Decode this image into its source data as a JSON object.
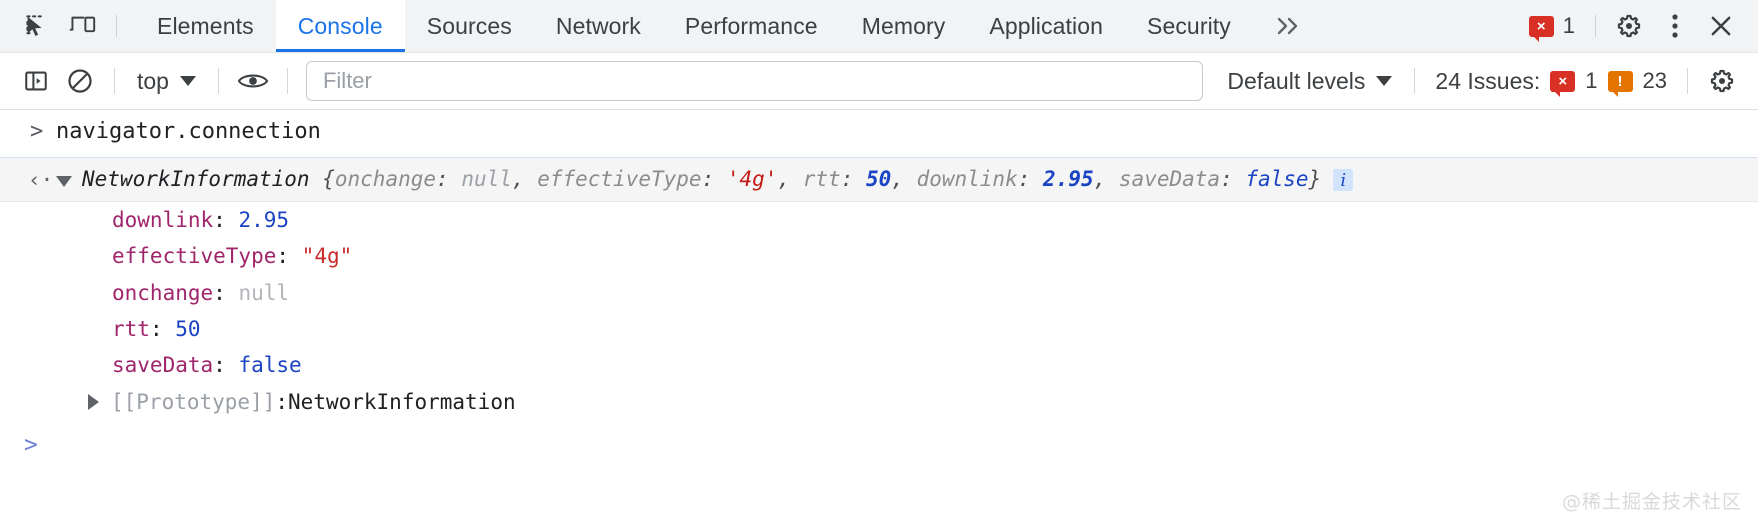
{
  "tabbar": {
    "inspect_icon": "inspect-element-icon",
    "device_icon": "device-toolbar-icon",
    "tabs": [
      {
        "label": "Elements",
        "active": false
      },
      {
        "label": "Console",
        "active": true
      },
      {
        "label": "Sources",
        "active": false
      },
      {
        "label": "Network",
        "active": false
      },
      {
        "label": "Performance",
        "active": false
      },
      {
        "label": "Memory",
        "active": false
      },
      {
        "label": "Application",
        "active": false
      },
      {
        "label": "Security",
        "active": false
      }
    ],
    "more_tabs_label": "»",
    "error_badge": {
      "glyph": "×",
      "count": "1",
      "color": "#d93025"
    },
    "settings_icon": "gear-icon",
    "more_icon": "kebab-menu-icon",
    "close_icon": "close-icon"
  },
  "console_toolbar": {
    "sidebar_toggle_icon": "console-sidebar-icon",
    "clear_icon": "clear-console-icon",
    "context": "top",
    "eye_icon": "live-expression-eye-icon",
    "filter_placeholder": "Filter",
    "filter_value": "",
    "levels_label": "Default levels",
    "issues_label": "24 Issues:",
    "issues_error_count": "1",
    "issues_warning_count": "23",
    "issues_error_glyph": "×",
    "issues_warning_glyph": "!",
    "settings_icon": "gear-icon"
  },
  "console": {
    "command": {
      "prompt": ">",
      "text": "navigator.connection"
    },
    "result": {
      "return_arrow": "‹·",
      "constructor": "NetworkInformation",
      "open_brace": " {",
      "close_brace": "}",
      "info_glyph": "i",
      "preview_parts": [
        {
          "name": "onchange",
          "sep": ": ",
          "value": "null",
          "kind": "null",
          "comma": ", "
        },
        {
          "name": "effectiveType",
          "sep": ": ",
          "value": "'4g'",
          "kind": "string",
          "comma": ", "
        },
        {
          "name": "rtt",
          "sep": ": ",
          "value": "50",
          "kind": "number",
          "comma": ", "
        },
        {
          "name": "downlink",
          "sep": ": ",
          "value": "2.95",
          "kind": "number",
          "comma": ", "
        },
        {
          "name": "saveData",
          "sep": ": ",
          "value": "false",
          "kind": "boolean",
          "comma": ""
        }
      ]
    },
    "properties": [
      {
        "key": "downlink",
        "value": "2.95",
        "kind": "number"
      },
      {
        "key": "effectiveType",
        "value": "\"4g\"",
        "kind": "string"
      },
      {
        "key": "onchange",
        "value": "null",
        "kind": "null"
      },
      {
        "key": "rtt",
        "value": "50",
        "kind": "number"
      },
      {
        "key": "saveData",
        "value": "false",
        "kind": "boolean"
      }
    ],
    "prototype": {
      "key": "[[Prototype]]",
      "sep": ": ",
      "value": "NetworkInformation"
    },
    "input_prompt": ">",
    "input_value": ""
  },
  "watermark": "@稀土掘金技术社区",
  "colors": {
    "accent": "#1a73e8",
    "error": "#d93025",
    "warning": "#e37400",
    "property": "#a0256b",
    "number": "#1a44c4",
    "string": "#c92c2c"
  }
}
